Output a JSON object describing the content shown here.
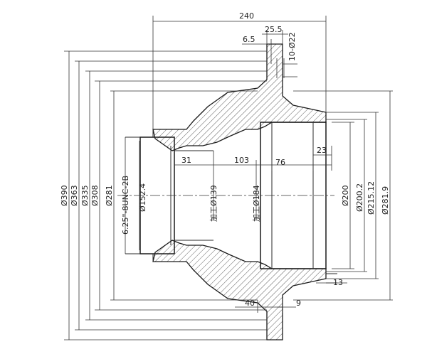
{
  "drawing": {
    "colors": {
      "line": "#2a2a2a",
      "background": "#ffffff"
    },
    "dims": {
      "overall_length": "240",
      "flange_thickness": "25.5",
      "flange_offset": "6.5",
      "bolt_holes": "10-Ø22",
      "seg_31": "31",
      "seg_103": "103",
      "seg_76": "76",
      "seg_23": "23",
      "seg_40": "40",
      "seg_9": "9",
      "seg_13": "13"
    },
    "diameters_left": [
      "Ø390",
      "Ø363",
      "Ø335",
      "Ø308",
      "Ø281"
    ],
    "thread": "6.25\"-8UNC-2B",
    "bore_152": "Ø152.4",
    "machined_139": "加工Ø139",
    "machined_184": "加工Ø184",
    "diameters_right": [
      "Ø200",
      "Ø200.2",
      "Ø215.12",
      "Ø281.9"
    ]
  }
}
